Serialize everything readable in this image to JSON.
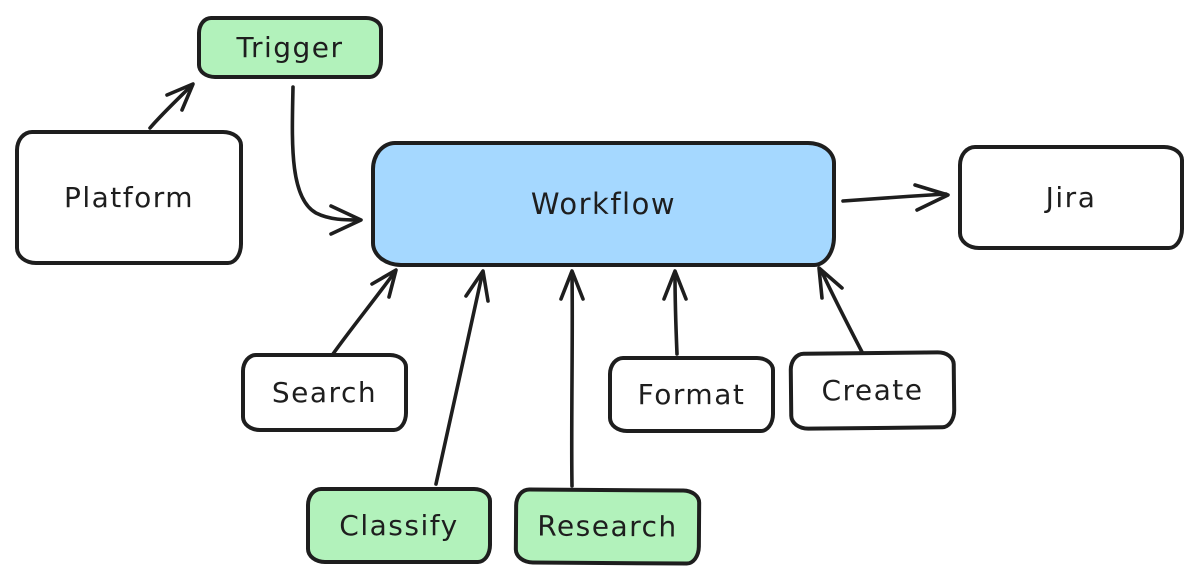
{
  "colors": {
    "stroke": "#1e1e1e",
    "node_green": "#b2f2bb",
    "node_blue": "#a5d8ff",
    "node_white": "#ffffff",
    "background": "#ffffff"
  },
  "diagram": {
    "nodes": [
      {
        "id": "platform",
        "label": "Platform",
        "fill": "#ffffff"
      },
      {
        "id": "trigger",
        "label": "Trigger",
        "fill": "#b2f2bb"
      },
      {
        "id": "workflow",
        "label": "Workflow",
        "fill": "#a5d8ff"
      },
      {
        "id": "jira",
        "label": "Jira",
        "fill": "#ffffff"
      },
      {
        "id": "search",
        "label": "Search",
        "fill": "#ffffff"
      },
      {
        "id": "classify",
        "label": "Classify",
        "fill": "#b2f2bb"
      },
      {
        "id": "research",
        "label": "Research",
        "fill": "#b2f2bb"
      },
      {
        "id": "format",
        "label": "Format",
        "fill": "#ffffff"
      },
      {
        "id": "create",
        "label": "Create",
        "fill": "#ffffff"
      }
    ],
    "edges": [
      {
        "from": "Platform",
        "to": "Trigger"
      },
      {
        "from": "Trigger",
        "to": "Workflow"
      },
      {
        "from": "Workflow",
        "to": "Jira"
      },
      {
        "from": "Search",
        "to": "Workflow"
      },
      {
        "from": "Classify",
        "to": "Workflow"
      },
      {
        "from": "Research",
        "to": "Workflow"
      },
      {
        "from": "Format",
        "to": "Workflow"
      },
      {
        "from": "Create",
        "to": "Workflow"
      }
    ]
  }
}
